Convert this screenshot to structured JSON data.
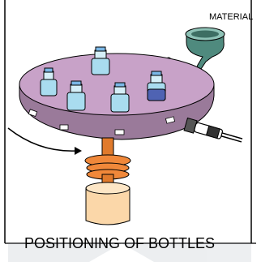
{
  "labels": {
    "material": "MATERIAL",
    "caption": "POSITIONING  OF BOTTLES"
  },
  "colors": {
    "disc_top": "#c8a2c8",
    "disc_side": "#9a7a9a",
    "bottle": "#a9dcef",
    "bottle_cap": "#7bb7e6",
    "bottle_filled": "#4f63b3",
    "hopper": "#4f8a7e",
    "motor_orange": "#f0883a",
    "motor_base": "#fbd7a9",
    "sensor_dark": "#333333",
    "arrow": "#000000"
  },
  "icons": {
    "rotation_arrow": "curved-arrow",
    "sensor": "proximity-sensor",
    "hopper": "material-hopper"
  }
}
